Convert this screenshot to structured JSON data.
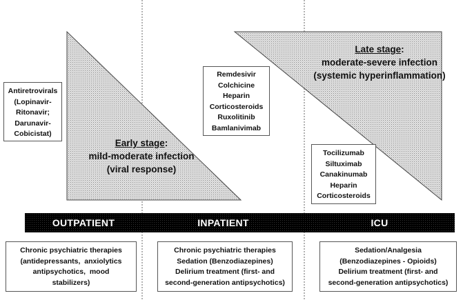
{
  "columns": [
    {
      "name": "OUTPATIENT",
      "drugs": [
        "Antiretrovirals",
        "(Lopinavir-",
        "Ritonavir;",
        "Darunavir-",
        "Cobicistat)"
      ],
      "psych": [
        "Chronic psychiatric therapies",
        "(antidepressants,  anxiolytics",
        "antipsychotics,  mood",
        "stabilizers)"
      ]
    },
    {
      "name": "INPATIENT",
      "drugs": [
        "Remdesivir",
        "Colchicine",
        "Heparin",
        "Corticosteroids",
        "Ruxolitinib",
        "Bamlanivimab"
      ],
      "psych": [
        "Chronic psychiatric therapies",
        "Sedation (Benzodiazepines)",
        "Delirium treatment (first- and",
        "second-generation antipsychotics)"
      ]
    },
    {
      "name": "ICU",
      "drugs": [
        "Tocilizumab",
        "Siltuximab",
        "Canakinumab",
        "Heparin",
        "Corticosteroids"
      ],
      "psych": [
        "Sedation/Analgesia",
        "(Benzodiazepines - Opioids)",
        "Delirium treatment (first- and",
        "second-generation antipsychotics)"
      ]
    }
  ],
  "early_stage": {
    "heading": "Early stage",
    "colon": ":",
    "line2": "mild-moderate infection",
    "line3": "(viral response)"
  },
  "late_stage": {
    "heading": "Late stage",
    "colon": ":",
    "line2": "moderate-severe infection",
    "line3": "(systemic hyperinflammation)"
  },
  "colors": {
    "bar": "#000000",
    "bar_text": "#ffffff",
    "triangle_fill": "#d4d4d4",
    "border": "#555555"
  }
}
